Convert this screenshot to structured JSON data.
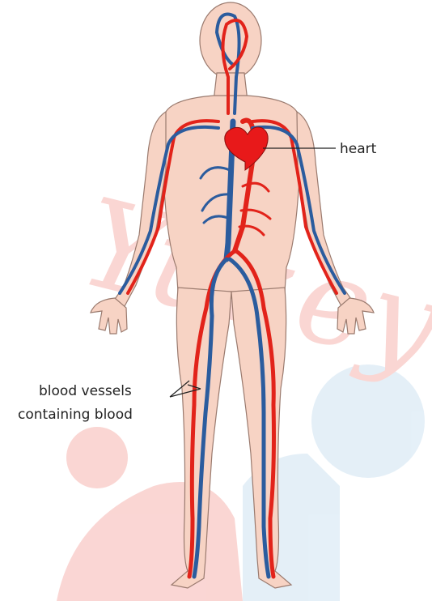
{
  "labels": {
    "heart": "heart",
    "vessels_line1": "blood vessels",
    "vessels_line2": "containing blood"
  },
  "colors": {
    "skin": "#f7d3c4",
    "skin_outline": "#9a7a6e",
    "artery": "#e2231a",
    "vein": "#2b5c9e",
    "heart": "#e8191a",
    "watermark_pink": "#f6b5b0",
    "watermark_blue": "#cfe3f2"
  },
  "watermark": {
    "text": "Yukey"
  }
}
